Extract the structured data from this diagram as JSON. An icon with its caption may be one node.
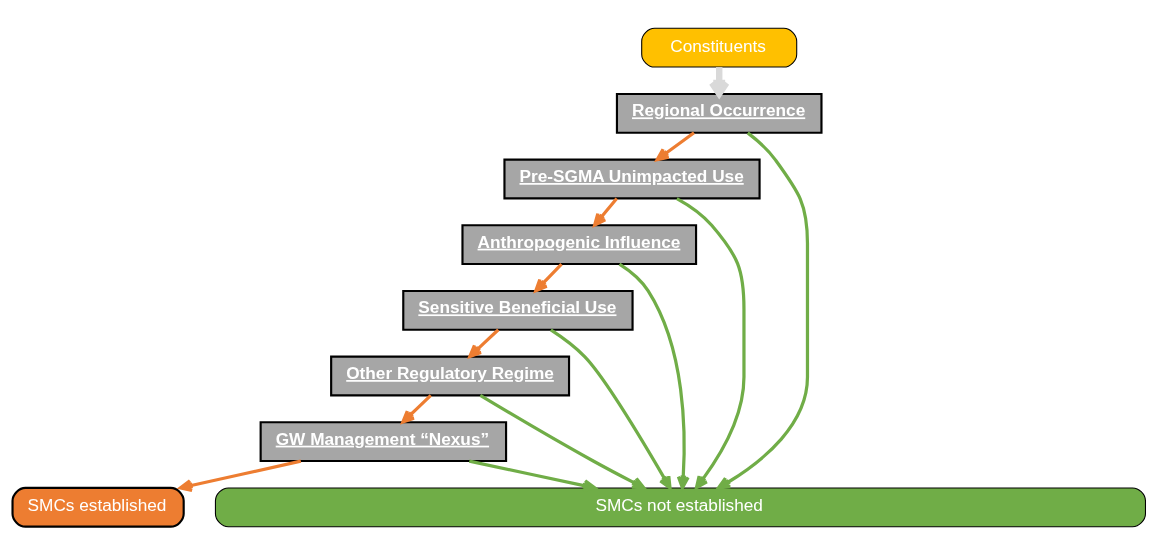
{
  "diagram": {
    "nodes": [
      {
        "text": [
          "Constituents"
        ]
      },
      {
        "text": [
          "Regional Occurrence"
        ]
      },
      {
        "text": [
          "Pre-SGMA Unimpacted Use"
        ]
      },
      {
        "text": [
          "Anthropogenic Influence"
        ]
      },
      {
        "text": [
          "Sensitive Beneficial Use"
        ]
      },
      {
        "text": [
          "Other Regulatory Regime"
        ]
      },
      {
        "text": [
          "GW Management “Nexus”"
        ]
      },
      {
        "text": [
          "SMCs established"
        ]
      },
      {
        "text": [
          "SMCs not established"
        ]
      }
    ],
    "edges": [
      {
        "from": 0,
        "to": 1,
        "arrow": "to",
        "style": "thick",
        "color": "#d9d9d9"
      },
      {
        "from": 1,
        "to": 2,
        "arrow": "to",
        "color": "#ed7d31"
      },
      {
        "from": 2,
        "to": 3,
        "arrow": "to",
        "color": "#ed7d31"
      },
      {
        "from": 3,
        "to": 4,
        "arrow": "to",
        "color": "#ed7d31"
      },
      {
        "from": 4,
        "to": 5,
        "arrow": "to",
        "color": "#ed7d31"
      },
      {
        "from": 5,
        "to": 6,
        "arrow": "to",
        "color": "#ed7d31"
      },
      {
        "from": 6,
        "to": 7,
        "arrow": "to",
        "color": "#ed7d31"
      },
      {
        "from": 1,
        "to": 8,
        "arrow": "to",
        "color": "#70ad47"
      },
      {
        "from": 2,
        "to": 8,
        "arrow": "to",
        "color": "#70ad47"
      },
      {
        "from": 3,
        "to": 8,
        "arrow": "to",
        "color": "#70ad47"
      },
      {
        "from": 4,
        "to": 8,
        "arrow": "to",
        "color": "#70ad47"
      },
      {
        "from": 5,
        "to": 8,
        "arrow": "to",
        "color": "#70ad47"
      },
      {
        "from": 6,
        "to": 8,
        "arrow": "to",
        "color": "#70ad47"
      }
    ]
  }
}
